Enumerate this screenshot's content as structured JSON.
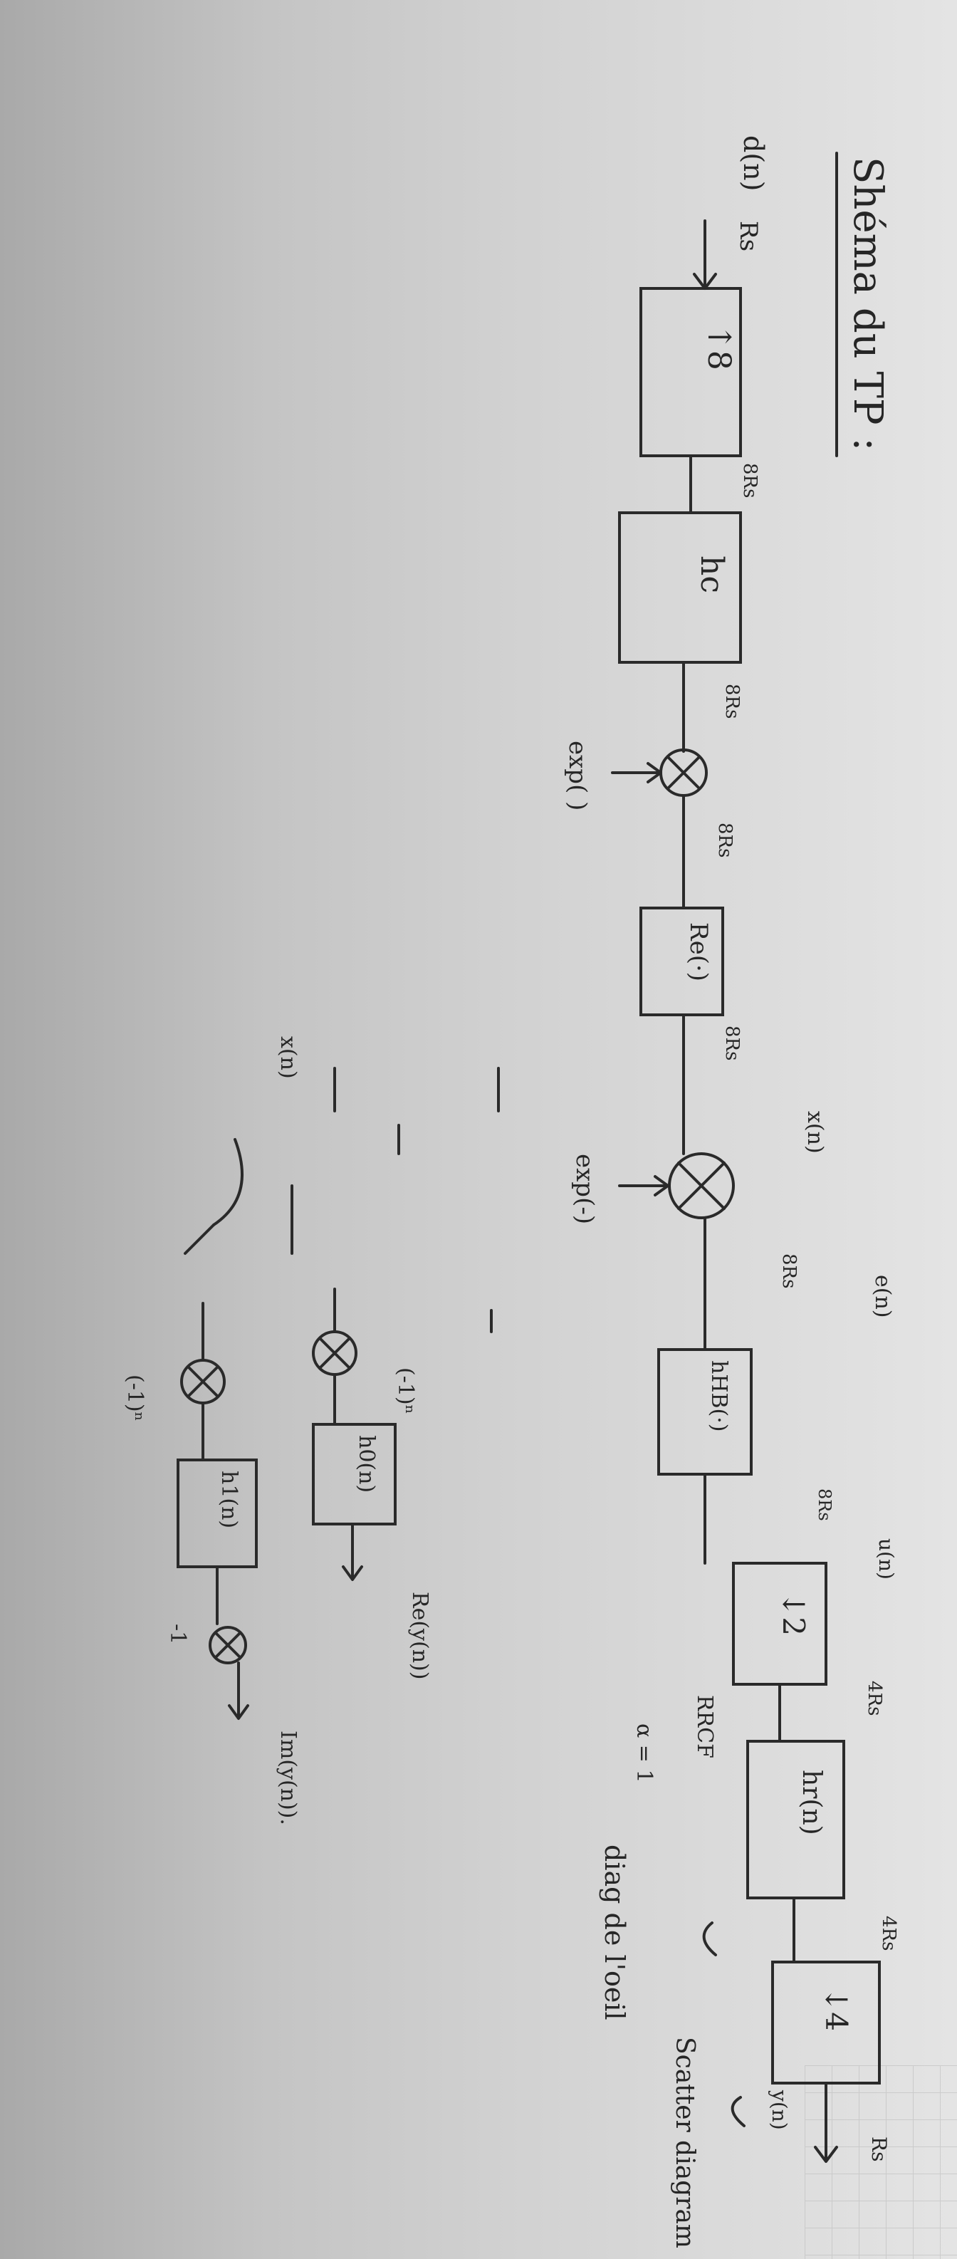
{
  "title": "Shéma du TP :",
  "input": {
    "signal": "d(n)",
    "rate": "Rs"
  },
  "blocks": {
    "b1": "↑8",
    "b2": "hc",
    "b3": "Re(·)",
    "b4": "hHB(·)",
    "b5": "↓2",
    "b6": "hr(n)",
    "b7": "↓4",
    "b8": "h0(n)",
    "b9": "h1(n)"
  },
  "labels": {
    "rate_8Rs_a": "8Rs",
    "rate_8Rs_b": "8Rs",
    "rate_8Rs_c": "8Rs",
    "rate_8Rs_d": "8Rs",
    "rate_8Rs_e": "8Rs",
    "rate_4Rs": "4Rs",
    "rate_4Rs_b": "4Rs",
    "out_rate": "Rs",
    "exp1": "exp( )",
    "exp2": "exp(-)",
    "xn": "x(n)",
    "en": "e(n)",
    "un": "u(n)",
    "yn": "y(n)",
    "racf": "RRCF",
    "alpha": "α = 1",
    "scatter": "Scatter diagram",
    "eye": "diag de l'oeil",
    "sub_xn": "x(n)",
    "neg1n_a": "(-1)ⁿ",
    "neg1n_b": "(-1)ⁿ",
    "minus1": "-1",
    "re_out": "Re(y(n))",
    "im_out": "Im(y(n))."
  }
}
